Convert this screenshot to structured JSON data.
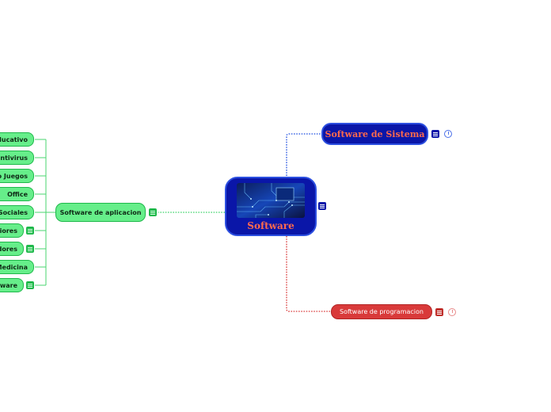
{
  "root": {
    "label": "Software"
  },
  "branches": {
    "sistema": {
      "label": "Software de Sistema"
    },
    "programacion": {
      "label": "Software de programacion"
    },
    "aplicacion": {
      "label": "Software de aplicacion",
      "children": [
        {
          "label": "ducativo"
        },
        {
          "label": "ntivirus"
        },
        {
          "label": "o Juegos"
        },
        {
          "label": "Office"
        },
        {
          "label": "Sociales"
        },
        {
          "label": "iores"
        },
        {
          "label": "dores"
        },
        {
          "label": "Medicina"
        },
        {
          "label": "ware"
        }
      ]
    }
  },
  "colors": {
    "app": "#66ee8a",
    "app_border": "#1fb84b",
    "root": "#0a16a8",
    "prog": "#d93a3a",
    "title_text": "#ff6a4d"
  },
  "icons": {
    "collapse": "list-icon",
    "timer": "clock-icon"
  }
}
